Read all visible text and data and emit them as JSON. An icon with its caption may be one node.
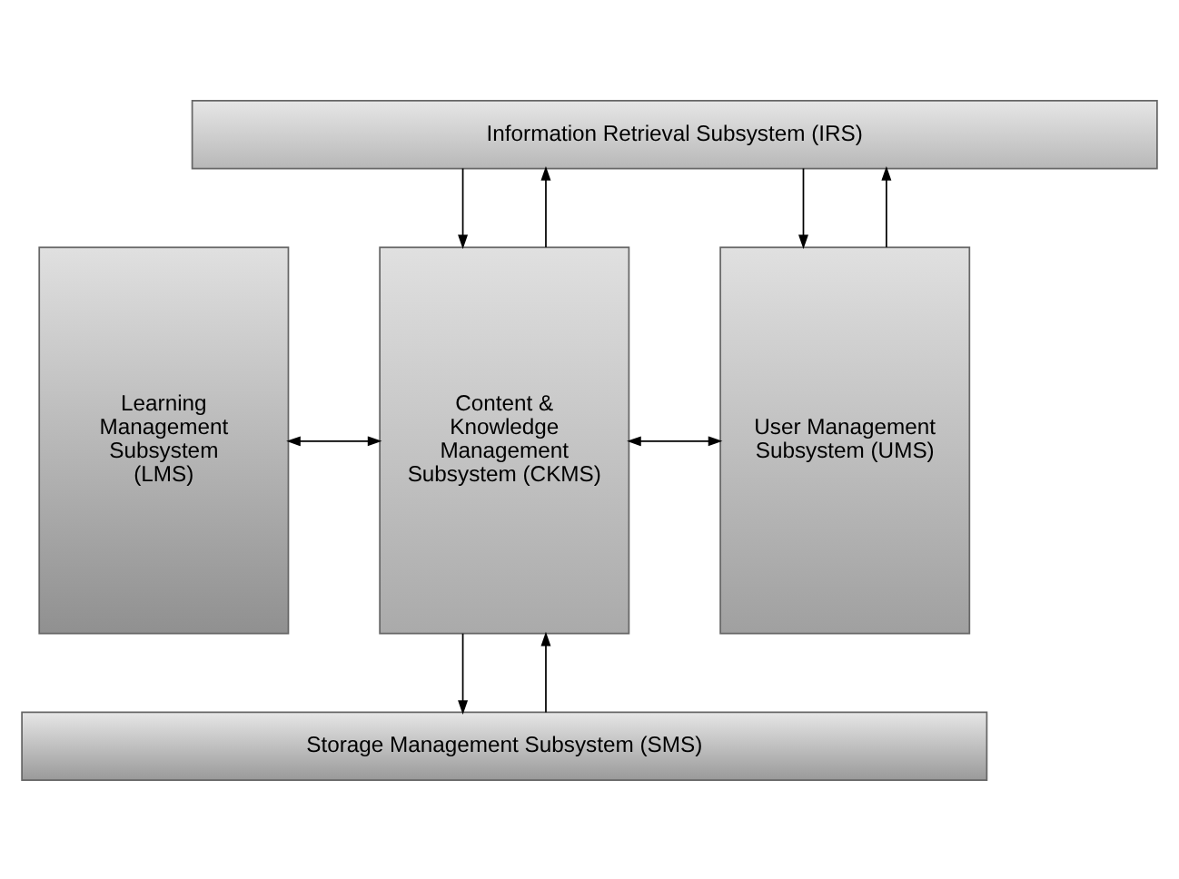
{
  "diagram": {
    "nodes": [
      {
        "text": [
          "Information Retrieval Subsystem (IRS)"
        ]
      },
      {
        "text": [
          "Learning Management Subsystem (LMS)"
        ]
      },
      {
        "text": [
          "Content & Knowledge Management Subsystem (CKMS)"
        ]
      },
      {
        "text": [
          "User Management Subsystem (UMS)"
        ]
      },
      {
        "text": [
          "Storage Management Subsystem (SMS)"
        ]
      }
    ],
    "edges": [
      {
        "from": 0,
        "to": 2,
        "arrow": "to"
      },
      {
        "from": 2,
        "to": 0,
        "arrow": "to"
      },
      {
        "from": 0,
        "to": 3,
        "arrow": "to"
      },
      {
        "from": 3,
        "to": 0,
        "arrow": "to"
      },
      {
        "from": 1,
        "to": 2,
        "arrow": "both"
      },
      {
        "from": 2,
        "to": 3,
        "arrow": "both"
      },
      {
        "from": 2,
        "to": 4,
        "arrow": "to"
      },
      {
        "from": 4,
        "to": 2,
        "arrow": "to"
      }
    ]
  }
}
